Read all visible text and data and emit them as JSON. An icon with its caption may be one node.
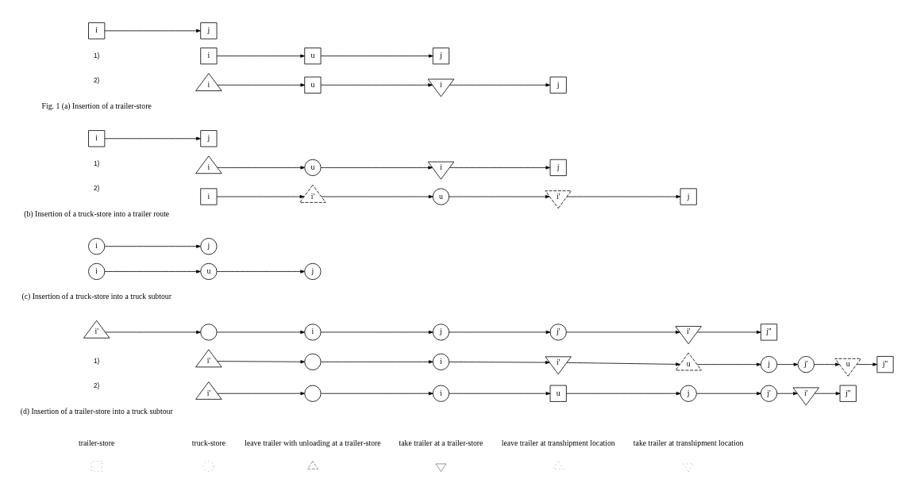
{
  "diagram": {
    "nodes": [
      {
        "text": [
          "i"
        ]
      },
      {
        "text": [
          "j"
        ]
      },
      {
        "text": [
          "u"
        ]
      },
      {
        "text": [
          "i"
        ]
      },
      {
        "text": [
          "j"
        ]
      },
      {
        "text": [
          "u"
        ]
      },
      {
        "text": [
          "i"
        ]
      },
      {
        "text": [
          "i"
        ]
      },
      {
        "text": [
          "j"
        ]
      },
      {
        "text": [
          "i"
        ]
      },
      {
        "text": [
          "j"
        ]
      },
      {
        "text": [
          "u"
        ]
      },
      {
        "text": [
          "i"
        ]
      },
      {
        "text": [
          "i"
        ]
      },
      {
        "text": [
          "j"
        ]
      },
      {
        "text": [
          "u"
        ]
      },
      {
        "text": [
          "i'"
        ]
      },
      {
        "text": [
          "i'"
        ]
      },
      {
        "text": [
          "i"
        ]
      },
      {
        "text": [
          "j"
        ]
      },
      {
        "text": [
          "i"
        ]
      },
      {
        "text": [
          "j"
        ]
      },
      {
        "text": [
          "u"
        ]
      },
      {
        "text": [
          "i"
        ]
      },
      {
        "text": [
          "j"
        ]
      },
      {
        "text": [
          "i'"
        ]
      },
      {
        "text": [
          "i'"
        ]
      },
      {
        "text": [],
        "shape": "circle"
      },
      {
        "text": [
          "i"
        ]
      },
      {
        "text": [
          "j"
        ]
      },
      {
        "text": [
          "j'"
        ]
      },
      {
        "text": [
          "j''"
        ]
      },
      {
        "text": [
          "i'"
        ]
      },
      {
        "text": [
          "i'"
        ]
      },
      {
        "text": [],
        "shape": "circle"
      },
      {
        "text": [
          "i"
        ]
      },
      {
        "text": [
          "j"
        ]
      },
      {
        "text": [
          "j'"
        ]
      },
      {
        "text": [
          "u"
        ]
      },
      {
        "text": [
          "u"
        ]
      },
      {
        "text": [
          "j''"
        ]
      },
      {
        "text": [
          "i'"
        ]
      },
      {
        "text": [
          "i'"
        ]
      },
      {
        "text": [],
        "shape": "circle"
      },
      {
        "text": [
          "i"
        ]
      },
      {
        "text": [
          "u"
        ]
      },
      {
        "text": [
          "j"
        ]
      },
      {
        "text": [
          "j'"
        ]
      },
      {
        "text": [
          "j''"
        ]
      }
    ],
    "edges": [
      {
        "from": 0,
        "to": 1,
        "arrow": "to"
      },
      {
        "from": 3,
        "to": 2,
        "arrow": "to"
      },
      {
        "from": 2,
        "to": 4,
        "arrow": "to"
      },
      {
        "from": 6,
        "to": 5,
        "arrow": "to"
      },
      {
        "from": 5,
        "to": 7,
        "arrow": "to"
      },
      {
        "from": 7,
        "to": 8,
        "arrow": "to"
      },
      {
        "from": 9,
        "to": 10,
        "arrow": "to"
      },
      {
        "from": 12,
        "to": 11,
        "arrow": "to"
      },
      {
        "from": 11,
        "to": 13,
        "arrow": "to"
      },
      {
        "from": 13,
        "to": 14,
        "arrow": "to"
      },
      {
        "from": 18,
        "to": 16,
        "arrow": "to"
      },
      {
        "from": 16,
        "to": 15,
        "arrow": "to"
      },
      {
        "from": 15,
        "to": 17,
        "arrow": "to"
      },
      {
        "from": 17,
        "to": 19,
        "arrow": "to"
      },
      {
        "from": 20,
        "to": 21,
        "arrow": "to"
      },
      {
        "from": 23,
        "to": 22,
        "arrow": "to"
      },
      {
        "from": 22,
        "to": 24,
        "arrow": "to"
      },
      {
        "from": 25,
        "to": 27,
        "arrow": "to"
      },
      {
        "from": 27,
        "to": 28,
        "arrow": "to"
      },
      {
        "from": 28,
        "to": 29,
        "arrow": "to"
      },
      {
        "from": 29,
        "to": 30,
        "arrow": "to"
      },
      {
        "from": 30,
        "to": 26,
        "arrow": "to"
      },
      {
        "from": 26,
        "to": 31,
        "arrow": "to"
      },
      {
        "from": 32,
        "to": 34,
        "arrow": "to"
      },
      {
        "from": 34,
        "to": 35,
        "arrow": "to"
      },
      {
        "from": 35,
        "to": 33,
        "arrow": "to"
      },
      {
        "from": 33,
        "to": 38,
        "arrow": "to"
      },
      {
        "from": 38,
        "to": 36,
        "arrow": "to"
      },
      {
        "from": 36,
        "to": 37,
        "arrow": "to"
      },
      {
        "from": 37,
        "to": 39,
        "arrow": "to"
      },
      {
        "from": 39,
        "to": 40,
        "arrow": "to"
      },
      {
        "from": 41,
        "to": 43,
        "arrow": "to"
      },
      {
        "from": 43,
        "to": 44,
        "arrow": "to"
      },
      {
        "from": 44,
        "to": 45,
        "arrow": "to"
      },
      {
        "from": 45,
        "to": 46,
        "arrow": "to"
      },
      {
        "from": 46,
        "to": 47,
        "arrow": "to"
      },
      {
        "from": 47,
        "to": 42,
        "arrow": "to"
      },
      {
        "from": 42,
        "to": 48,
        "arrow": "to"
      }
    ],
    "labels": [
      "1)",
      "2)",
      "1)",
      "2)",
      "1)",
      "2)",
      "Fig. 1 (a) Insertion of a trailer-store",
      "(b) Insertion of a truck-store into a trailer route",
      "(c) Insertion of a truck-store into a truck subtour",
      "(d) Insertion of a trailer-store into a truck subtour"
    ],
    "legend": [
      {
        "text": "trailer-store"
      },
      {
        "text": "truck-store"
      },
      {
        "text": "leave trailer with unloading at a trailer-store"
      },
      {
        "text": "take trailer at a trailer-store"
      },
      {
        "text": "leave trailer at transhipment location"
      },
      {
        "text": "take trailer at transhipment location"
      }
    ]
  }
}
